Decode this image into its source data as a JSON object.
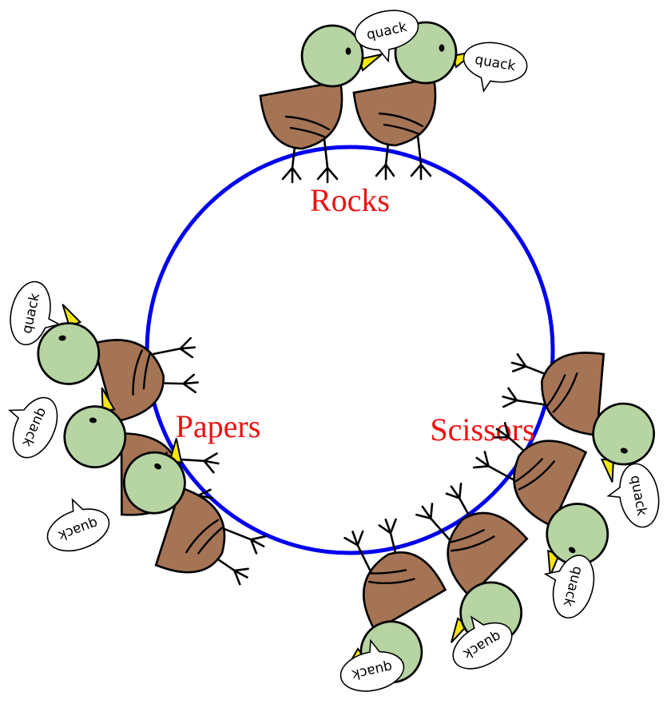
{
  "colors": {
    "circle": "#0000ee",
    "label": "#ee1111",
    "body": "#a57455",
    "head": "#b7d4a3",
    "beak": "#f4e70e",
    "outline": "#000000"
  },
  "labels": {
    "rocks": "Rocks",
    "papers": "Papers",
    "scissors": "Scissors"
  },
  "groups": [
    {
      "label": "Rocks",
      "duck_count": 2
    },
    {
      "label": "Papers",
      "duck_count": 3
    },
    {
      "label": "Scissors",
      "duck_count": 4
    }
  ],
  "speech": "quack",
  "speech_bubbles": [
    "quack",
    "quack",
    "quack",
    "quack",
    "quack",
    "quack",
    "quack",
    "quack",
    "quack"
  ]
}
